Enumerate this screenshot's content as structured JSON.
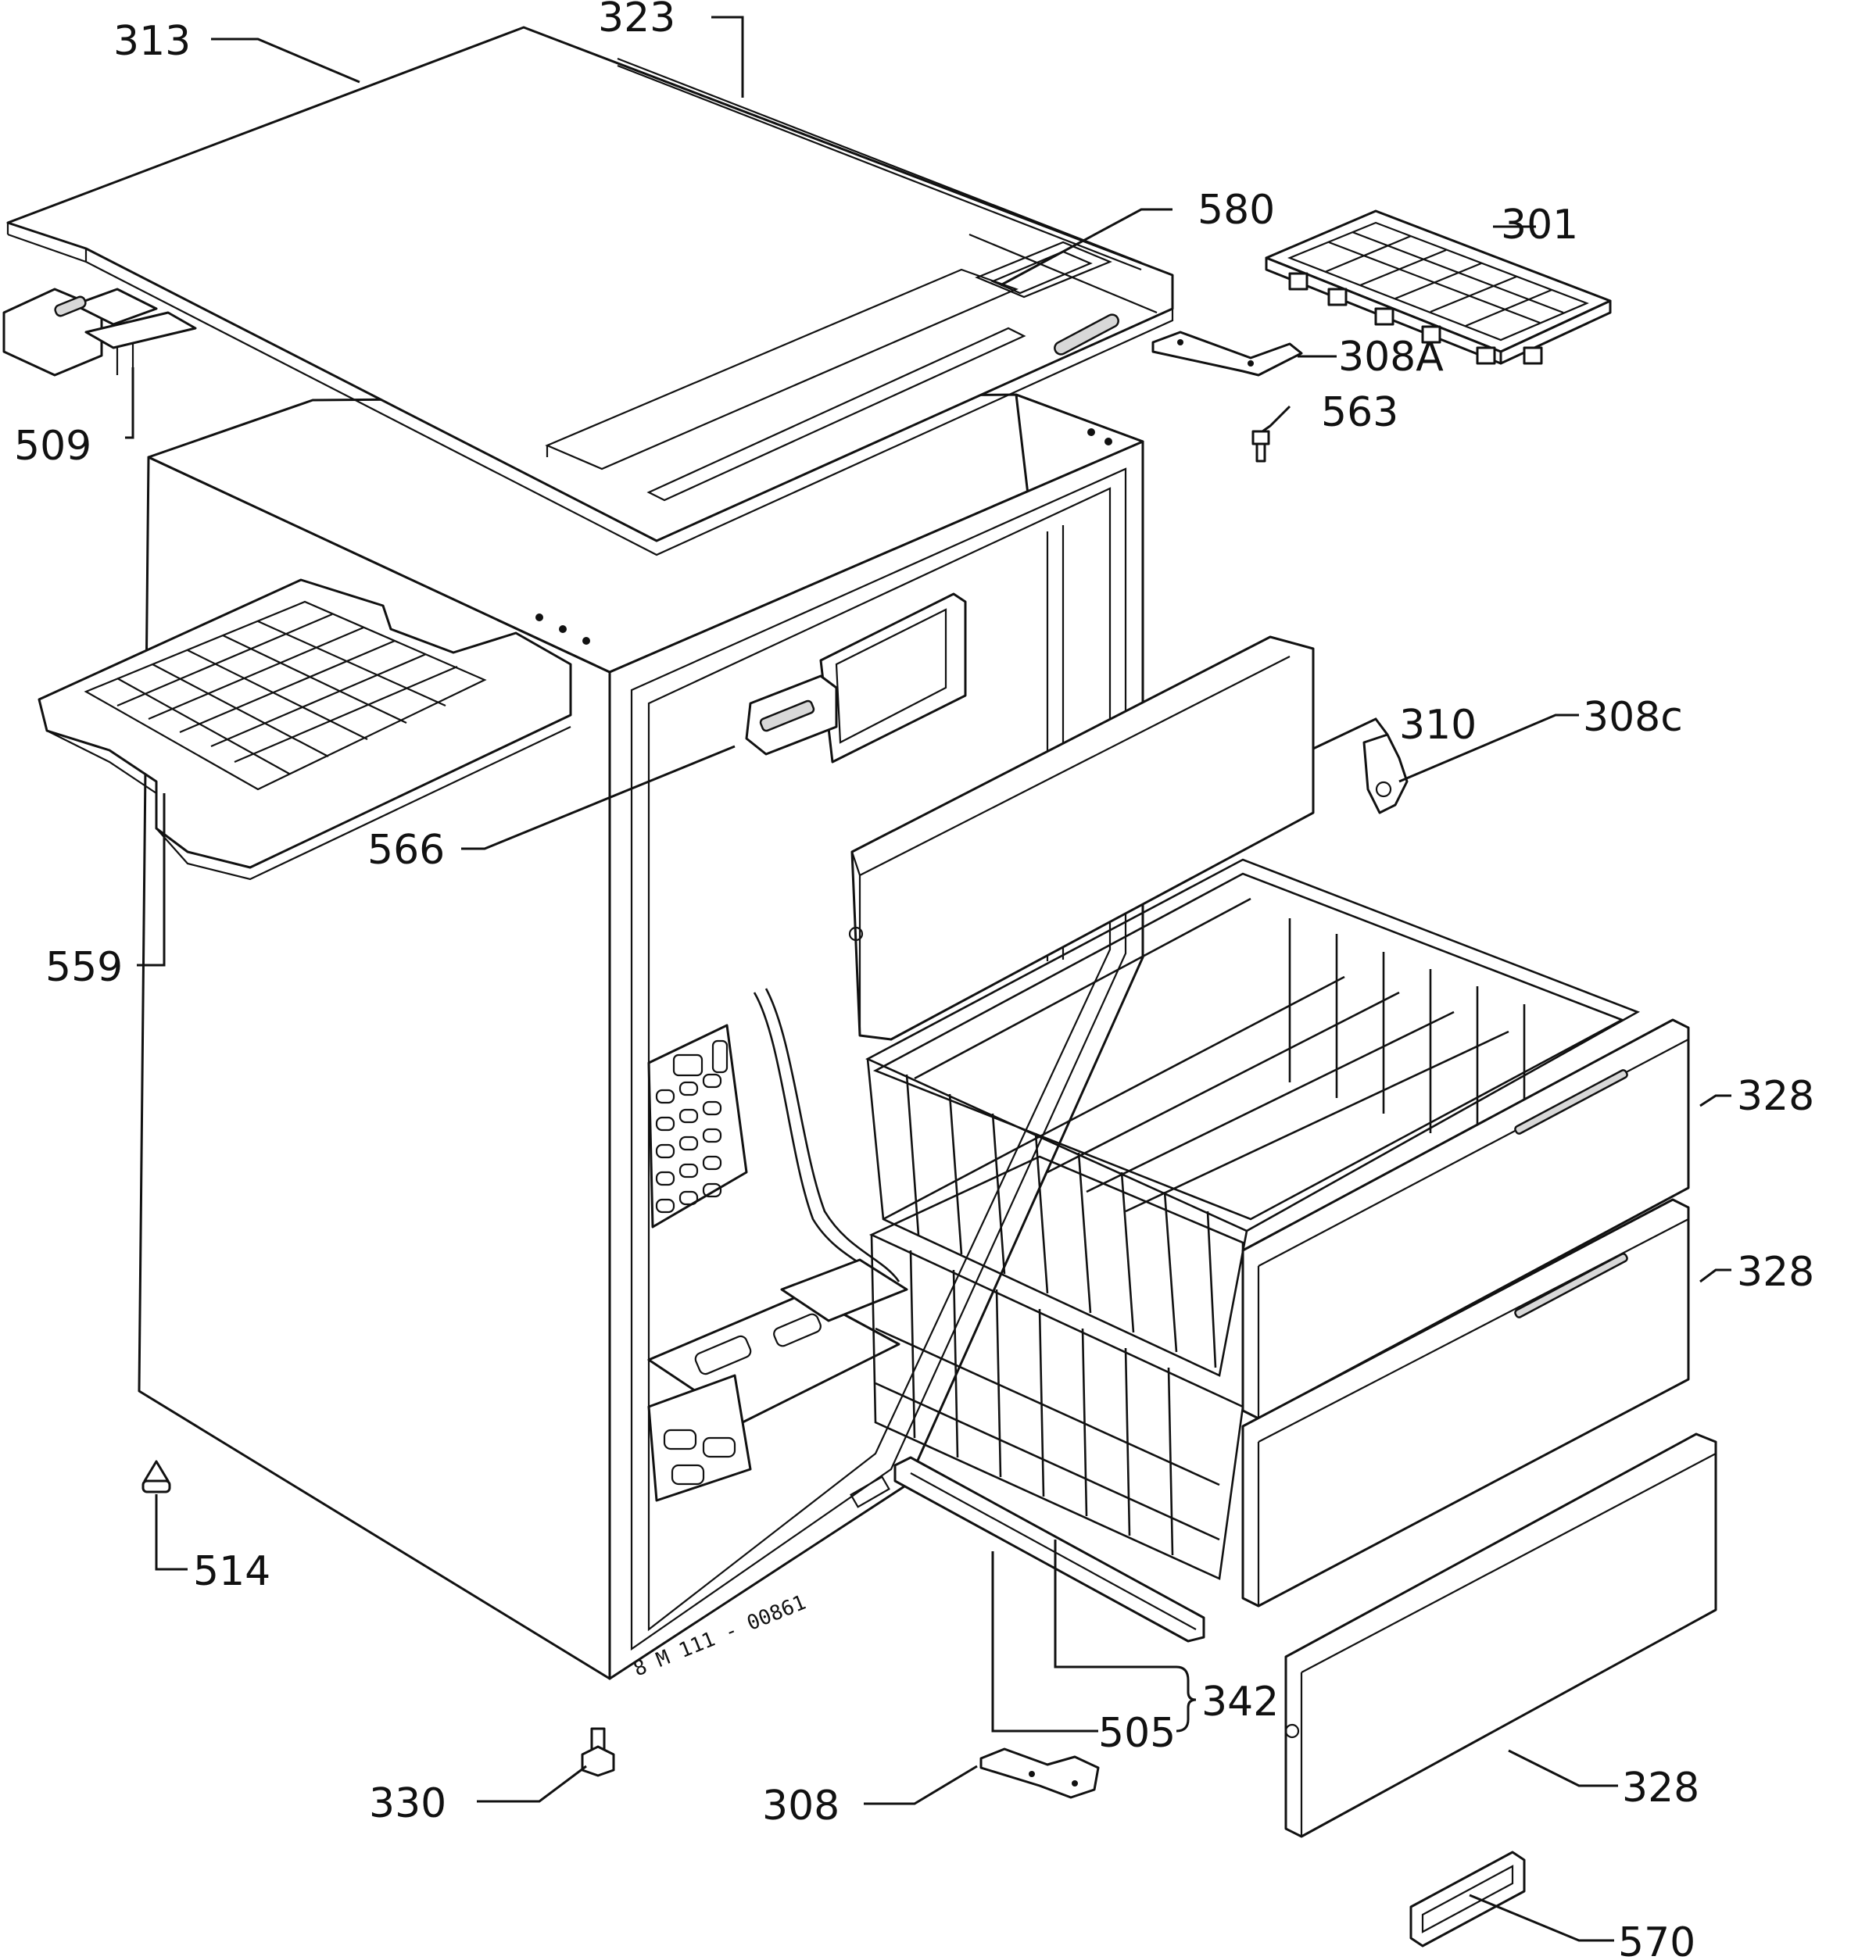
{
  "callouts": {
    "l313": "313",
    "l323": "323",
    "l580": "580",
    "l301": "301",
    "l308A": "308A",
    "l563": "563",
    "l509": "509",
    "l566": "566",
    "l559": "559",
    "l310": "310",
    "l308c": "308c",
    "l328a": "328",
    "l328b": "328",
    "l328c": "328",
    "l514": "514",
    "l342": "342",
    "l505": "505",
    "l330": "330",
    "l308": "308",
    "l570": "570"
  },
  "drawing_code": "8 M 111 - 00861"
}
